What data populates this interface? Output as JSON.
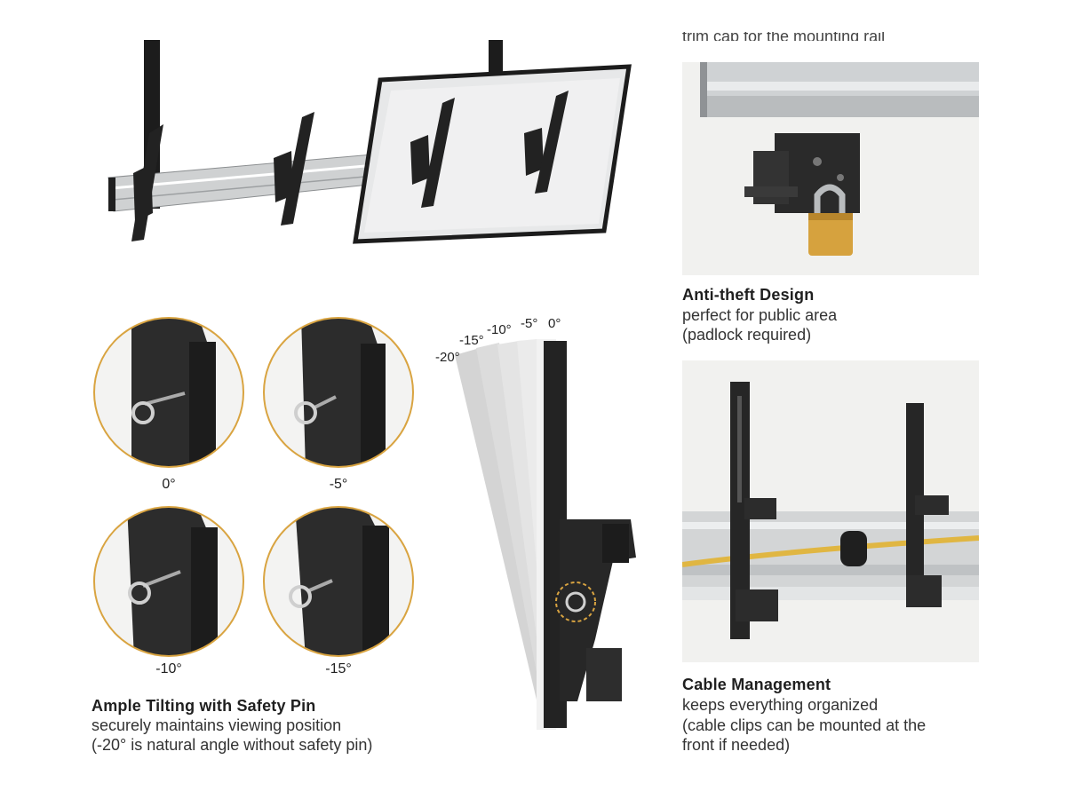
{
  "top_cut_text": "trim cap for the mounting rail",
  "anti_theft": {
    "title": "Anti-theft Design",
    "lines": [
      "perfect for public area",
      "(padlock required)"
    ]
  },
  "cable": {
    "title": "Cable Management",
    "lines": [
      "keeps everything organized",
      "(cable clips can be mounted at the",
      "front if needed)"
    ]
  },
  "tilt": {
    "title": "Ample Tilting with Safety Pin",
    "lines": [
      "securely maintains viewing position",
      "(-20° is natural angle without safety pin)"
    ],
    "circle_labels": [
      "0°",
      "-5°",
      "-10°",
      "-15°"
    ],
    "fan_labels": [
      "-20°",
      "-15°",
      "-10°",
      "-5°",
      "0°"
    ]
  },
  "colors": {
    "ring": "#d9a441",
    "bracket": "#2a2a2a",
    "rail": "#c9cbcc",
    "cable": "#e0b642",
    "padlock": "#d6a23e",
    "panel_bg": "#f1f1ef"
  }
}
